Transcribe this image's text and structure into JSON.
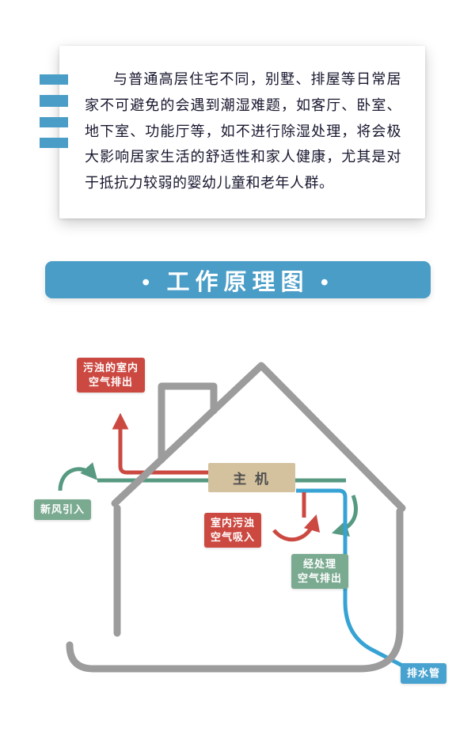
{
  "colors": {
    "blue": "#4a9dc7",
    "badge-blue": "#48a2cf",
    "pipe-blue": "#36a3d4",
    "red": "#cb4941",
    "green": "#7aaa90",
    "pipe-green": "#579a81",
    "gray": "#9c9c9c",
    "tan": "#d4c19e"
  },
  "intro": {
    "paragraph": "与普通高层住宅不同，别墅、排屋等日常居家不可避免的会遇到潮湿难题，如客厅、卧室、地下室、功能厅等，如不进行除湿处理，将会极大影响居家生活的舒适性和家人健康，尤其是对于抵抗力较弱的婴幼儿童和老年人群。"
  },
  "banner": {
    "title": "• 工作原理图 •"
  },
  "diagram": {
    "main_unit_label": "主 机",
    "badges": {
      "dirty_air_out": "污浊的室内\n空气排出",
      "fresh_air_in": "新风引入",
      "indoor_dirty_air_in": "室内污浊\n空气吸入",
      "treated_air_out": "经处理\n空气排出",
      "drain_pipe": "排水管"
    }
  }
}
